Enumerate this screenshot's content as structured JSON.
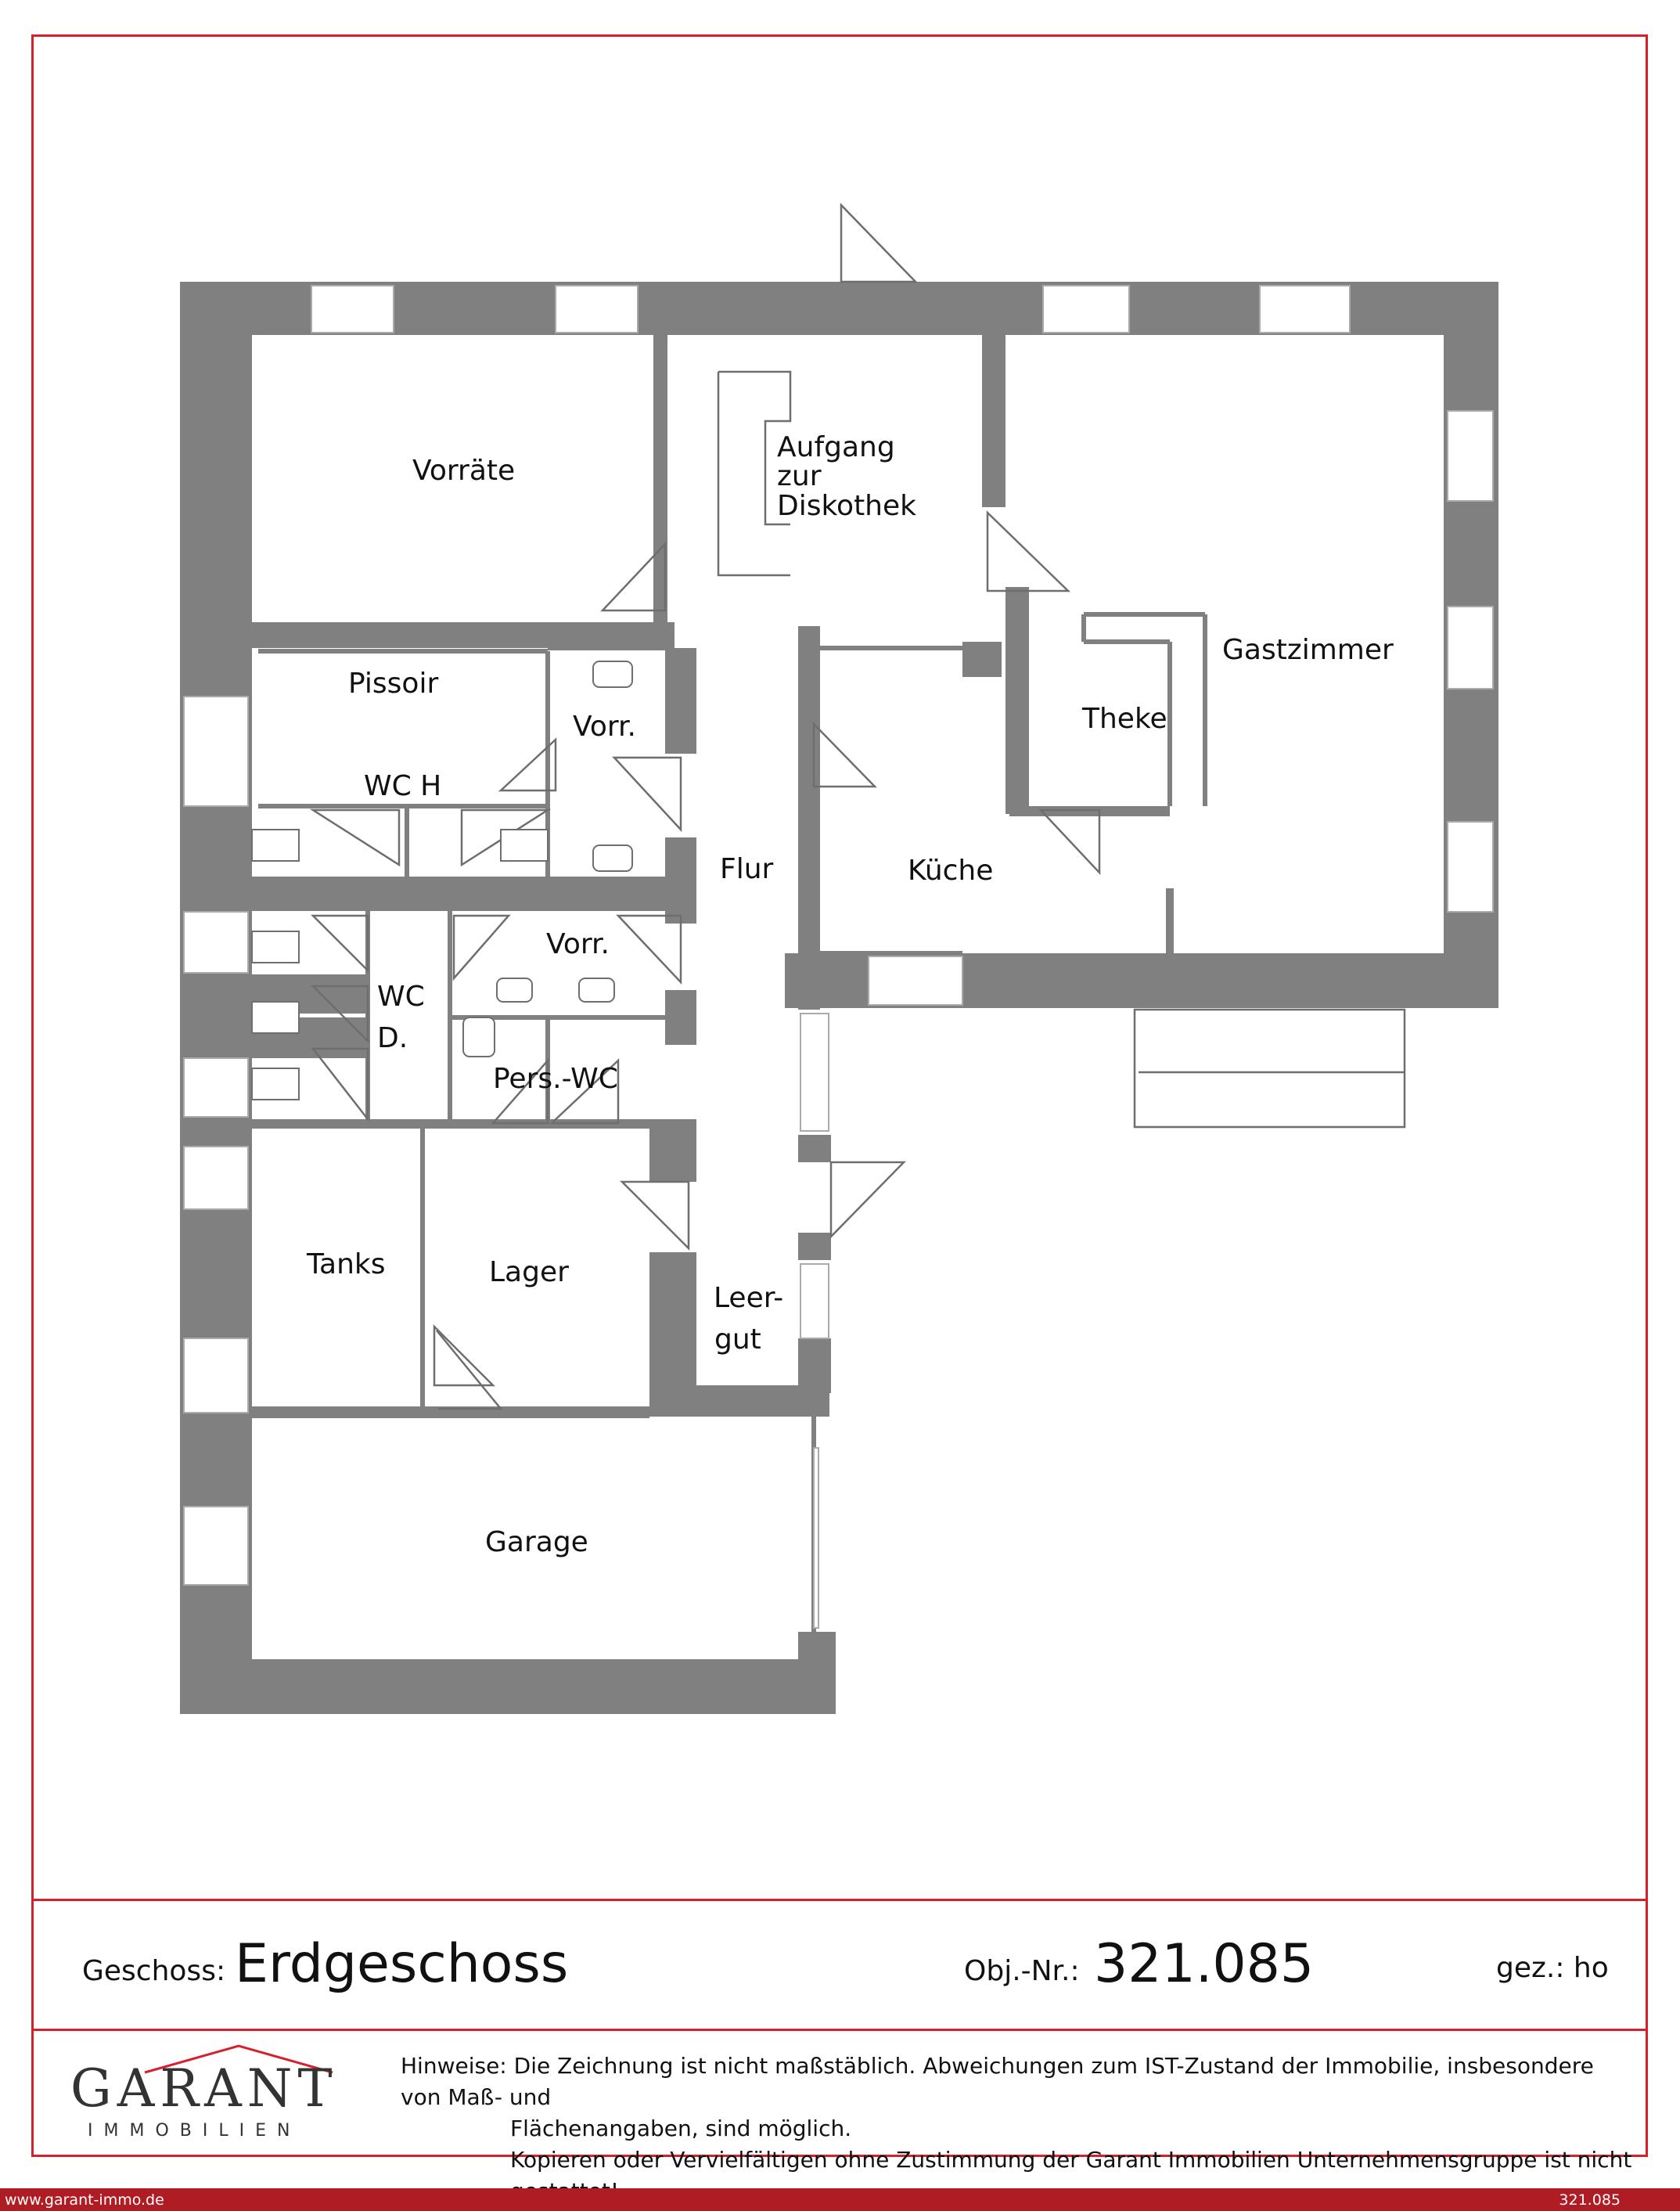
{
  "plan": {
    "rooms": {
      "vorraete": "Vorräte",
      "aufgang_1": "Aufgang",
      "aufgang_2": "zur",
      "aufgang_3": "Diskothek",
      "gastzimmer": "Gastzimmer",
      "theke": "Theke",
      "pissoir": "Pissoir",
      "vorr_1": "Vorr.",
      "wc_h": "WC H",
      "flur": "Flur",
      "kueche": "Küche",
      "vorr_2": "Vorr.",
      "wc_d_1": "WC",
      "wc_d_2": "D.",
      "pers_wc": "Pers.-WC",
      "tanks": "Tanks",
      "lager": "Lager",
      "leergut_1": "Leer-",
      "leergut_2": "gut",
      "garage": "Garage"
    }
  },
  "header": {
    "geschoss_label": "Geschoss:",
    "geschoss_value": "Erdgeschoss",
    "obj_label": "Obj.-Nr.:",
    "obj_value": "321.085",
    "gez_label": "gez.: ho"
  },
  "logo": {
    "word": "GARANT",
    "sub": "IMMOBILIEN"
  },
  "notes": {
    "line1": "Hinweise: Die Zeichnung ist nicht maßstäblich. Abweichungen zum IST-Zustand der Immobilie, insbesondere von Maß- und",
    "line2": "Flächenangaben, sind möglich.",
    "line3": "Kopieren oder Vervielfältigen ohne Zustimmung der Garant Immobilien Unternehmensgruppe ist nicht gestattet!"
  },
  "footer": {
    "url": "www.garant-immo.de",
    "ref": "321.085"
  },
  "colors": {
    "frame": "#d6212c",
    "wall": "#808080",
    "footer_bar": "#b01c24"
  }
}
